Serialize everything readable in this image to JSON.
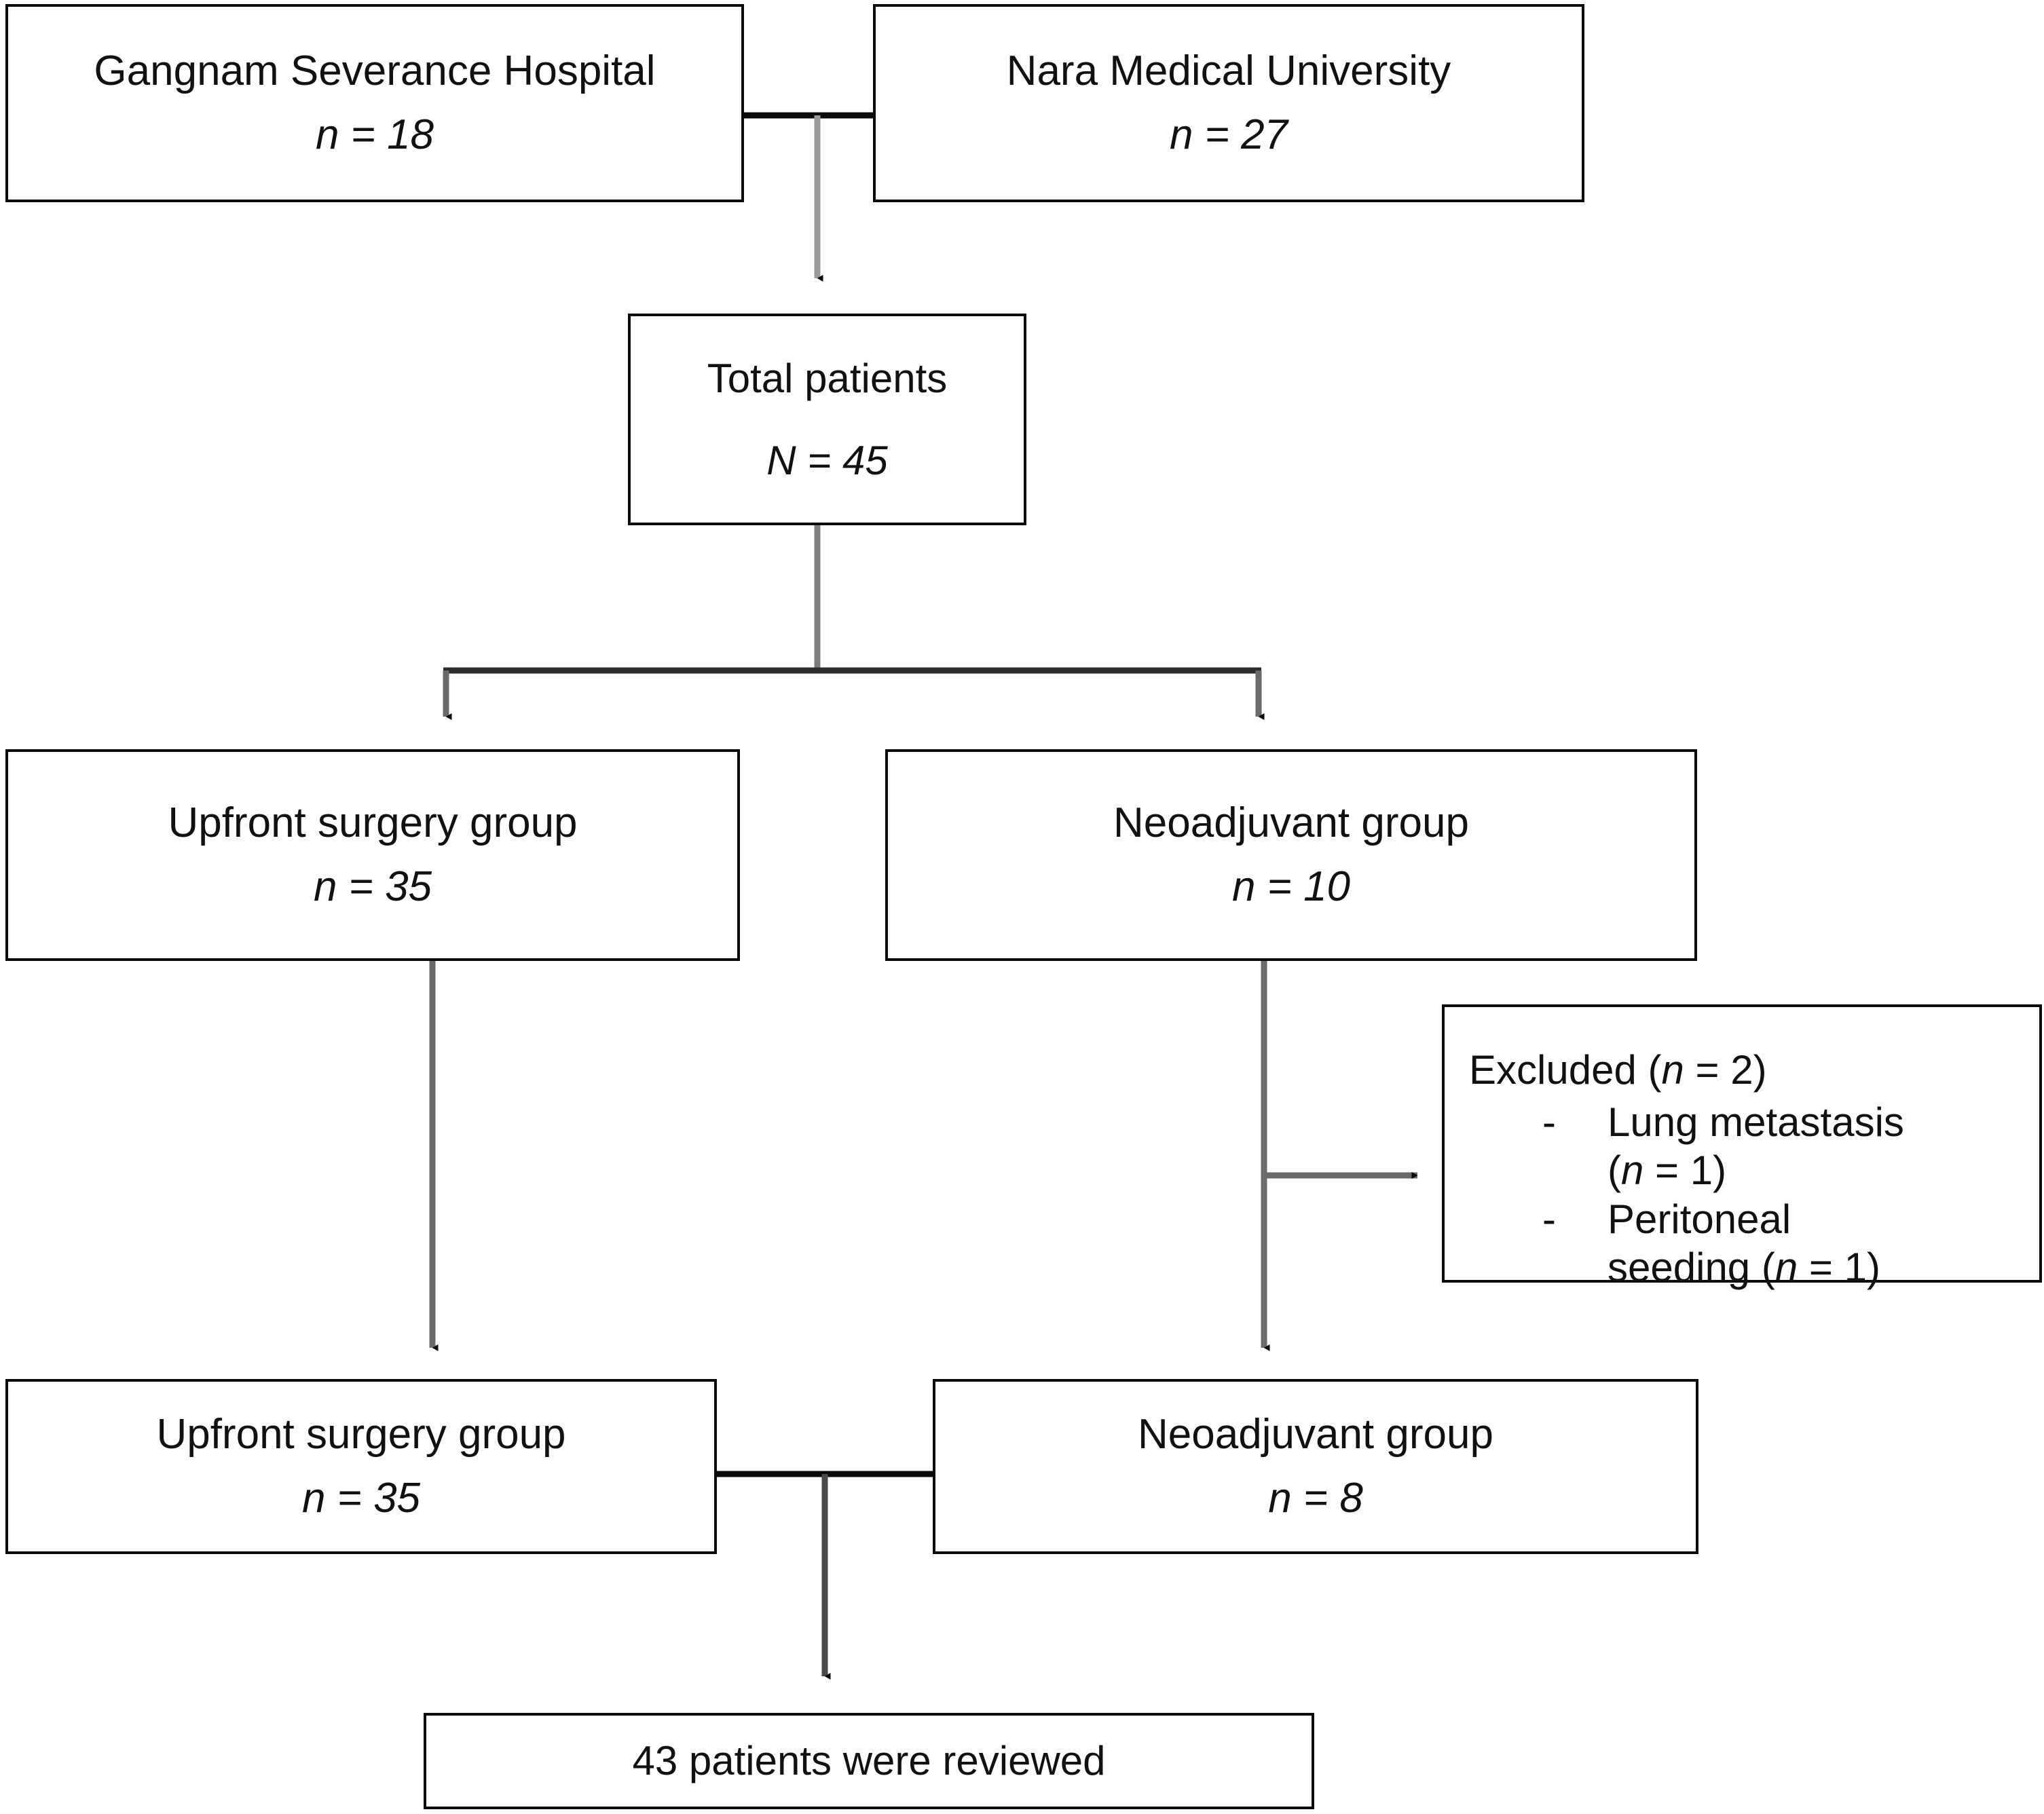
{
  "diagram": {
    "title": "Patient selection flow diagram",
    "line_color": "#6e6e6e",
    "border_color": "#0a0a0a",
    "background": "#ffffff"
  },
  "nodes": {
    "gangnam": {
      "label": "Gangnam Severance Hospital",
      "count": "n = 18"
    },
    "nara": {
      "label": "Nara Medical University",
      "count": "n = 27"
    },
    "total": {
      "label": "Total patients",
      "count": "N = 45"
    },
    "upfront_initial": {
      "label": "Upfront surgery group",
      "count": "n = 35"
    },
    "neoadjuvant_initial": {
      "label": "Neoadjuvant group",
      "count": "n = 10"
    },
    "excluded": {
      "header": "Excluded (n = 2)",
      "bullet_marker": "-",
      "items": [
        {
          "text": "Lung   metastasis",
          "count": "(n = 1)"
        },
        {
          "text": "Peritoneal",
          "count": "seeding (n = 1)"
        }
      ]
    },
    "upfront_final": {
      "label": "Upfront surgery group",
      "count": "n = 35"
    },
    "neoadjuvant_final": {
      "label": "Neoadjuvant group",
      "count": "n = 8"
    },
    "reviewed": {
      "label": "43 patients were reviewed"
    }
  },
  "chart_data": {
    "type": "diagram",
    "title": "Patient selection flow diagram",
    "nodes": [
      {
        "id": "gangnam",
        "label": "Gangnam Severance Hospital",
        "value": 18,
        "value_label": "n = 18"
      },
      {
        "id": "nara",
        "label": "Nara Medical University",
        "value": 27,
        "value_label": "n = 27"
      },
      {
        "id": "total",
        "label": "Total patients",
        "value": 45,
        "value_label": "N = 45"
      },
      {
        "id": "upfront_initial",
        "label": "Upfront surgery group",
        "value": 35,
        "value_label": "n = 35"
      },
      {
        "id": "neoadjuvant_initial",
        "label": "Neoadjuvant group",
        "value": 10,
        "value_label": "n = 10"
      },
      {
        "id": "excluded",
        "label": "Excluded",
        "value": 2,
        "value_label": "(n = 2)"
      },
      {
        "id": "excluded_lung",
        "label": "Lung metastasis",
        "value": 1,
        "value_label": "(n = 1)"
      },
      {
        "id": "excluded_peritoneal",
        "label": "Peritoneal seeding",
        "value": 1,
        "value_label": "(n = 1)"
      },
      {
        "id": "upfront_final",
        "label": "Upfront surgery group",
        "value": 35,
        "value_label": "n = 35"
      },
      {
        "id": "neoadjuvant_final",
        "label": "Neoadjuvant group",
        "value": 8,
        "value_label": "n = 8"
      },
      {
        "id": "reviewed",
        "label": "43 patients were reviewed",
        "value": 43,
        "value_label": "43"
      }
    ],
    "edges": [
      {
        "from": "gangnam",
        "to": "total"
      },
      {
        "from": "nara",
        "to": "total"
      },
      {
        "from": "total",
        "to": "upfront_initial"
      },
      {
        "from": "total",
        "to": "neoadjuvant_initial"
      },
      {
        "from": "neoadjuvant_initial",
        "to": "excluded"
      },
      {
        "from": "upfront_initial",
        "to": "upfront_final"
      },
      {
        "from": "neoadjuvant_initial",
        "to": "neoadjuvant_final"
      },
      {
        "from": "upfront_final",
        "to": "reviewed"
      },
      {
        "from": "neoadjuvant_final",
        "to": "reviewed"
      }
    ]
  }
}
